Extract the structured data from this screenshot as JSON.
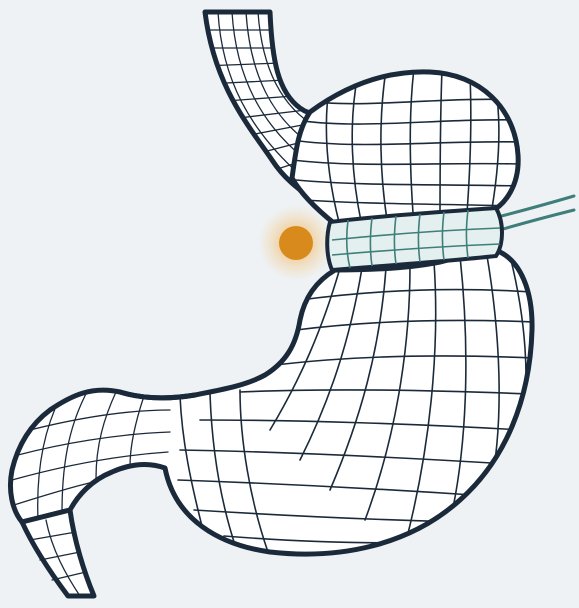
{
  "illustration": {
    "colors": {
      "background": "#eef2f5",
      "outline": "#1b2a3a",
      "mesh": "#1b2a3a",
      "band_fill": "#e3f0ef",
      "band_accent": "#3f7e7a",
      "glow": "#f0a73a",
      "dot": "#d98a1c"
    },
    "parts": [
      "esophagus",
      "upper-stomach-pouch",
      "adjustable-band",
      "tubing",
      "highlight-spot",
      "lower-stomach",
      "duodenum"
    ]
  }
}
